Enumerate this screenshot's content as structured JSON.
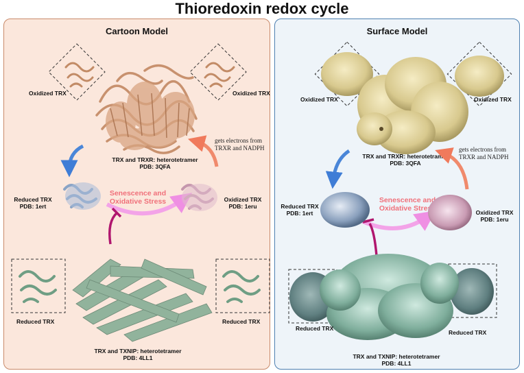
{
  "title": "Thioredoxin redox cycle",
  "cartoon_panel": {
    "title": "Cartoon Model",
    "oxidized_left": "Oxidized TRX",
    "oxidized_right": "Oxidized TRX",
    "complex_line1": "TRX and TRXR: heterotetramer",
    "complex_line2": "PDB: 3QFA",
    "electrons_line1": "gets electrons from",
    "electrons_line2": "TRXR and NADPH",
    "reduced_line1": "Reduced TRX",
    "reduced_line2": "PDB: 1ert",
    "stress_line1": "Senescence and",
    "stress_line2": "Oxidative Stress",
    "oxidized2_line1": "Oxidized TRX",
    "oxidized2_line2": "PDB: 1eru",
    "reduced_left": "Reduced TRX",
    "reduced_right": "Reduced TRX",
    "txnip_line1": "TRX and TXNIP: heterotetramer",
    "txnip_line2": "PDB: 4LL1"
  },
  "surface_panel": {
    "title": "Surface Model",
    "oxidized_left": "Oxidized TRX",
    "oxidized_right": "Oxidized TRX",
    "complex_line1": "TRX and TRXR: heterotetramer",
    "complex_line2": "PDB: 3QFA",
    "electrons_line1": "gets electrons from",
    "electrons_line2": "TRXR and NADPH",
    "reduced_line1": "Reduced TRX",
    "reduced_line2": "PDB: 1ert",
    "stress_line1": "Senescence and",
    "stress_line2": "Oxidative Stress",
    "oxidized2_line1": "Oxidized TRX",
    "oxidized2_line2": "PDB: 1eru",
    "reduced_left": "Reduced TRX",
    "reduced_right": "Reduced TRX",
    "txnip_line1": "TRX and TXNIP: heterotetramer",
    "txnip_line2": "PDB: 4LL1"
  },
  "colors": {
    "cartoon_bg": "#fbe7dc",
    "surface_bg": "#eef4f9",
    "oxidized_trxr": "#c9926e",
    "reduced_trx": "#8fa8c8",
    "oxidized_trx": "#d4a3b6",
    "txnip_complex": "#6f9e84",
    "arrow_blue": "#4a86d8",
    "arrow_orange": "#f08a6c",
    "arrow_pink": "#f3a3e8",
    "inhibit": "#b0166e",
    "stress_text": "#f0707a"
  }
}
